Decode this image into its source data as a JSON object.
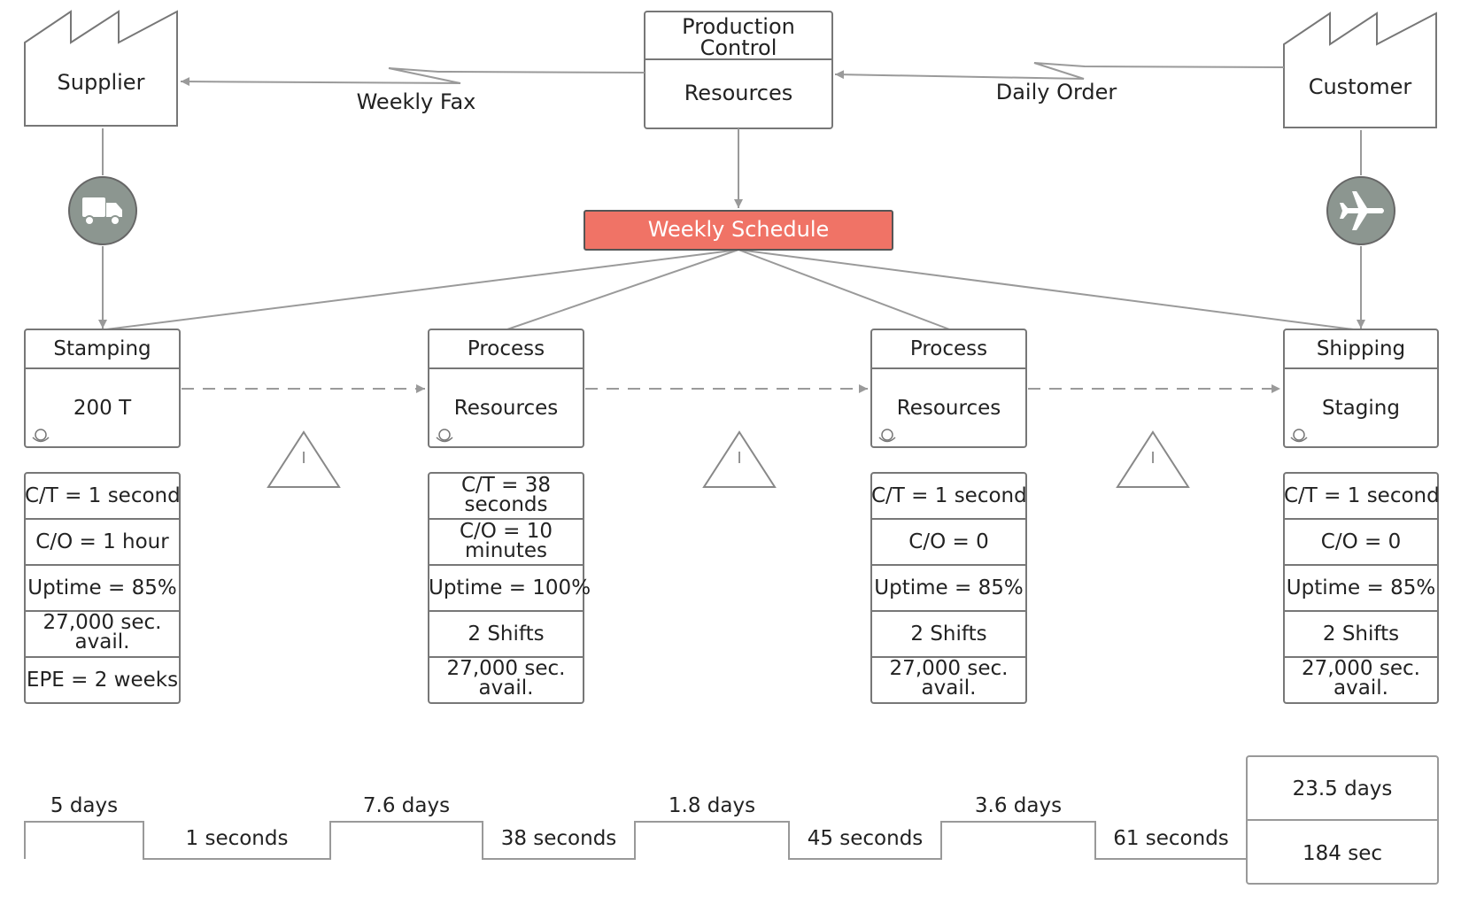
{
  "diagram": {
    "supplier": {
      "label": "Supplier"
    },
    "customer": {
      "label": "Customer"
    },
    "production_control": {
      "title": "Production Control",
      "resources_label": "Resources"
    },
    "weekly_fax": {
      "label": "Weekly Fax"
    },
    "daily_order": {
      "label": "Daily Order"
    },
    "weekly_schedule": {
      "label": "Weekly Schedule"
    },
    "supplier_transport_icon": "truck-icon",
    "customer_transport_icon": "airplane-icon",
    "inventory_icon": "inventory-triangle-icon",
    "inventory_symbol": "I",
    "processes": [
      {
        "title": "Stamping",
        "body": "200 T",
        "metrics": [
          "C/T = 1 second",
          "C/O = 1 hour",
          "Uptime = 85%",
          "27,000 sec. avail.",
          "EPE = 2 weeks"
        ]
      },
      {
        "title": "Process",
        "body": "Resources",
        "metrics": [
          "C/T = 38 seconds",
          "C/O = 10 minutes",
          "Uptime = 100%",
          "2 Shifts",
          "27,000 sec. avail."
        ]
      },
      {
        "title": "Process",
        "body": "Resources",
        "metrics": [
          "C/T = 1 second",
          "C/O = 0",
          "Uptime = 85%",
          "2 Shifts",
          "27,000 sec. avail."
        ]
      },
      {
        "title": "Shipping",
        "body": "Staging",
        "metrics": [
          "C/T = 1 second",
          "C/O = 0",
          "Uptime = 85%",
          "2 Shifts",
          "27,000 sec. avail."
        ]
      }
    ],
    "timeline": {
      "wait_times": [
        "5 days",
        "7.6 days",
        "1.8 days",
        "3.6 days"
      ],
      "process_times": [
        "1 seconds",
        "38 seconds",
        "45 seconds",
        "61 seconds"
      ],
      "total_lead_time": "23.5 days",
      "total_process_time": "184 sec"
    },
    "colors": {
      "line": "#9a9a9a",
      "box_border": "#777777",
      "schedule_fill": "#f07366",
      "icon_circle": "#8c9690"
    }
  }
}
